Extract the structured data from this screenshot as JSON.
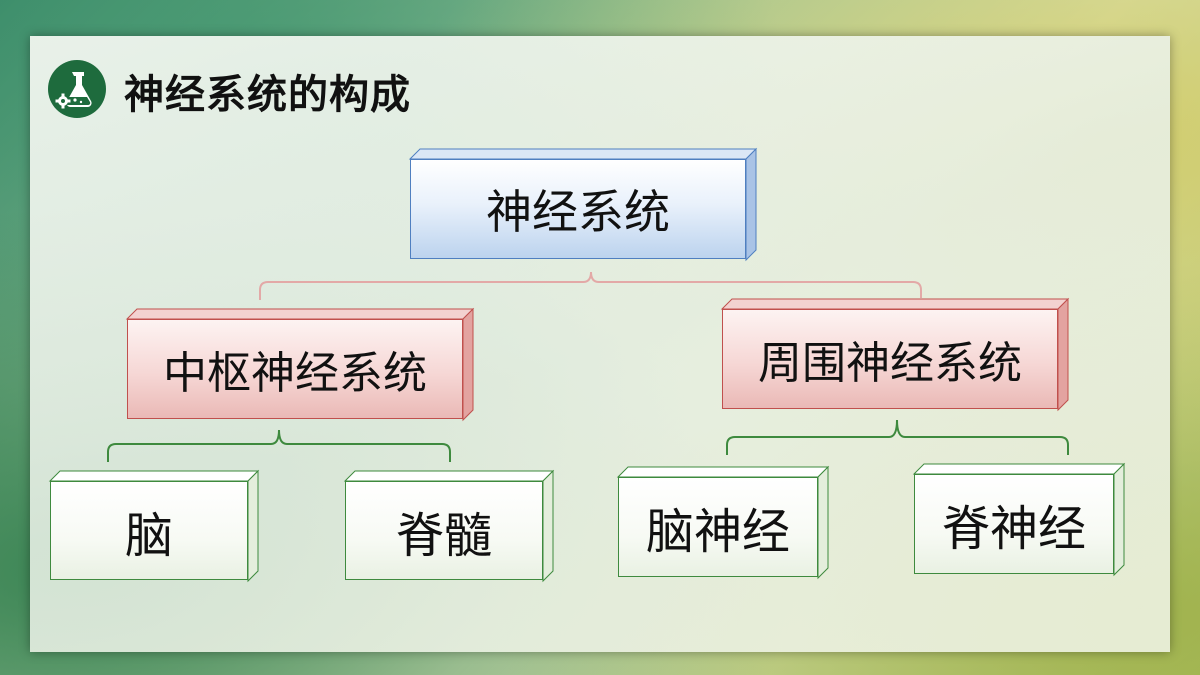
{
  "title": "神经系统的构成",
  "icon": "flask-gear-icon",
  "colors": {
    "root_border": "#4f7fc0",
    "level1_border": "#c0504d",
    "level2_border": "#3e8a3e",
    "icon_bg": "#1e6b3d"
  },
  "tree": {
    "root": "神经系统",
    "central": {
      "label": "中枢神经系统",
      "children": [
        "脑",
        "脊髓"
      ]
    },
    "peripheral": {
      "label": "周围神经系统",
      "children": [
        "脑神经",
        "脊神经"
      ]
    }
  }
}
